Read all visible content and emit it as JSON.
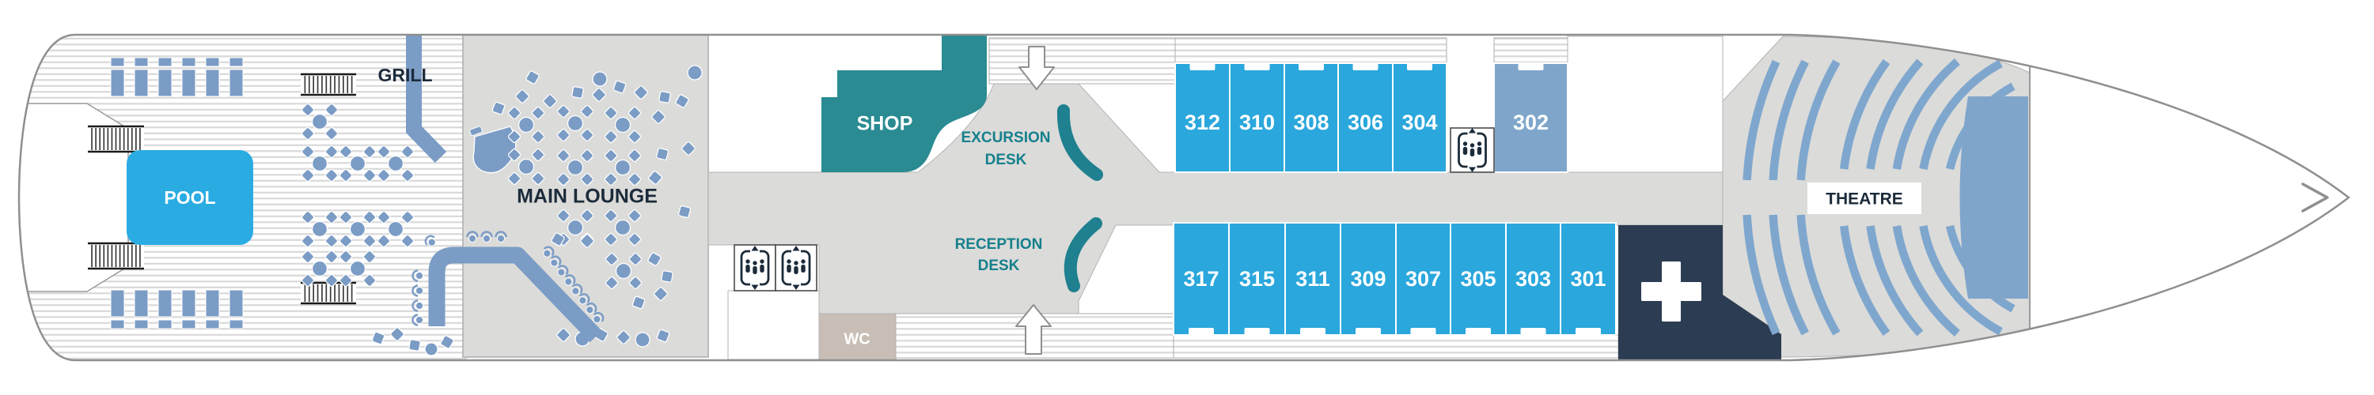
{
  "page": {
    "title": "Cruise ship deck plan"
  },
  "deck_plan": {
    "areas": {
      "pool": "POOL",
      "grill": "GRILL",
      "main_lounge": "MAIN LOUNGE",
      "shop": "SHOP",
      "excursion_desk": [
        "EXCURSION",
        "DESK"
      ],
      "reception_desk": [
        "RECEPTION",
        "DESK"
      ],
      "wc": "WC",
      "theatre": "THEATRE"
    },
    "cabins": {
      "port_row": [
        {
          "number": "312",
          "color": "#2AA7DC"
        },
        {
          "number": "310",
          "color": "#2AA7DC"
        },
        {
          "number": "308",
          "color": "#2AA7DC"
        },
        {
          "number": "306",
          "color": "#2AA7DC"
        },
        {
          "number": "304",
          "color": "#2AA7DC"
        },
        {
          "number": "302",
          "color": "#7FA6CA"
        }
      ],
      "starboard_row": [
        {
          "number": "317",
          "color": "#2AA7DC"
        },
        {
          "number": "315",
          "color": "#2AA7DC"
        },
        {
          "number": "311",
          "color": "#2AA7DC"
        },
        {
          "number": "309",
          "color": "#2AA7DC"
        },
        {
          "number": "307",
          "color": "#2AA7DC"
        },
        {
          "number": "305",
          "color": "#2AA7DC"
        },
        {
          "number": "303",
          "color": "#2AA7DC"
        },
        {
          "number": "301",
          "color": "#2AA7DC"
        }
      ]
    },
    "icons": {
      "elevator": "elevator-icon",
      "medical": "medical-cross-icon",
      "entrance_top": "down-arrow-icon",
      "entrance_bottom": "up-arrow-icon",
      "bow": "chevron-right-icon"
    },
    "colors": {
      "cabin_blue": "#2AA7DC",
      "cabin_alt_blue": "#7FA6CA",
      "furniture_blue": "#7B9CC5",
      "theatre_seat_blue": "#7FA7CE",
      "stage_blue": "#80A5CB",
      "teal": "#2A8B92",
      "desk_teal": "#1F808F",
      "label_teal": "#15808D",
      "floor_gray": "#DBDBD9",
      "navy": "#2C3C52",
      "text_navy": "#1C2B3A",
      "pool_blue": "#2AACE3",
      "wc_beige": "#C8BEB5",
      "hull_outline": "#8F8F8F"
    }
  }
}
